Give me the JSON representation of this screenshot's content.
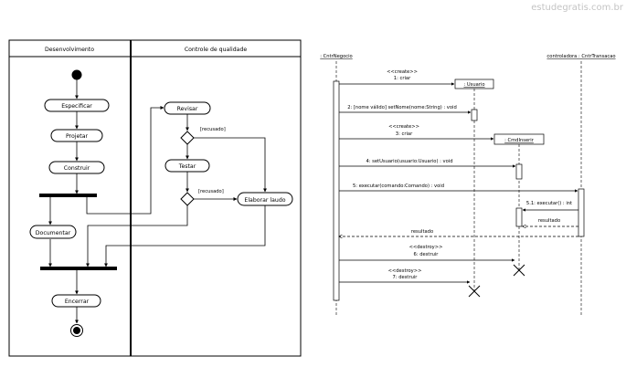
{
  "watermark": "estudegratis.com.br",
  "activity_diagram": {
    "lanes": [
      "Desenvolvimento",
      "Controle de qualidade"
    ],
    "actions": {
      "especificar": "Especificar",
      "projetar": "Projetar",
      "construir": "Construir",
      "documentar": "Documentar",
      "encerrar": "Encerrar",
      "revisar": "Revisar",
      "testar": "Testar",
      "elaborar_laudo": "Elaborar laudo"
    },
    "guards": [
      "[recusado]",
      "[recusado]"
    ]
  },
  "sequence_diagram": {
    "lifelines": {
      "ctrl_negocio": ": CntrNegocio",
      "controladora": "controladora : CntrTransacao",
      "usuario": ": Usuario",
      "cmd_inserir": ": CmdInserir"
    },
    "messages": {
      "m1_stereo": "<<create>>",
      "m1": "1: criar",
      "m2": "2: [nome válido] setNome(nome:String) : void",
      "m3_stereo": "<<create>>",
      "m3": "3: criar",
      "m4": "4: setUsuario(usuario:Usuario) : void",
      "m5": "5: executar(comando:Comando) : void",
      "m51": "5.1: executar() : int",
      "ret_resultado": "resultado",
      "ret_result": "resultado",
      "m6_stereo": "<<destroy>>",
      "m6": "6: destruir",
      "m7_stereo": "<<destroy>>",
      "m7": "7: destruir"
    }
  }
}
